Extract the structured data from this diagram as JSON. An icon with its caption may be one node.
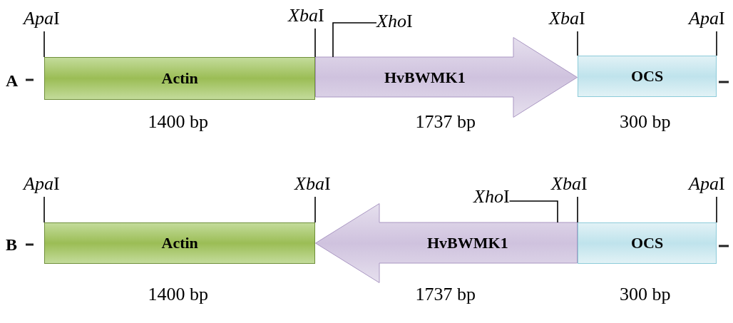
{
  "diagram": {
    "nodes": [
      {
        "text": [
          "Actin"
        ],
        "beside": [
          "1400 bp"
        ]
      },
      {
        "text": [
          "HvBWMK1"
        ],
        "beside": [
          "1737 bp"
        ]
      },
      {
        "text": [
          "OCS"
        ],
        "beside": [
          "300 bp"
        ]
      },
      {
        "text": [
          "ApaI"
        ]
      },
      {
        "text": [
          "XbaI"
        ]
      },
      {
        "text": [
          "XhoI"
        ]
      },
      {
        "text": [
          "XbaI"
        ]
      },
      {
        "text": [
          "ApaI"
        ]
      },
      {
        "text": [
          "Actin"
        ],
        "beside": [
          "1400 bp"
        ]
      },
      {
        "text": [
          "HvBWMK1"
        ],
        "beside": [
          "1737 bp"
        ]
      },
      {
        "text": [
          "OCS"
        ],
        "beside": [
          "300 bp"
        ]
      },
      {
        "text": [
          "ApaI"
        ]
      },
      {
        "text": [
          "XbaI"
        ]
      },
      {
        "text": [
          "XhoI"
        ]
      },
      {
        "text": [
          "XbaI"
        ]
      },
      {
        "text": [
          "ApaI"
        ]
      }
    ],
    "edges": [
      {
        "from": 3,
        "to": 0,
        "arrow": "none"
      },
      {
        "from": 4,
        "to": 0,
        "arrow": "none"
      },
      {
        "from": 5,
        "to": 1,
        "arrow": "none"
      },
      {
        "from": 6,
        "to": 2,
        "arrow": "none"
      },
      {
        "from": 7,
        "to": 2,
        "arrow": "none"
      },
      {
        "from": 11,
        "to": 8,
        "arrow": "none"
      },
      {
        "from": 12,
        "to": 8,
        "arrow": "none"
      },
      {
        "from": 13,
        "to": 9,
        "arrow": "none"
      },
      {
        "from": 14,
        "to": 10,
        "arrow": "none"
      },
      {
        "from": 15,
        "to": 10,
        "arrow": "none"
      }
    ],
    "labels": [
      "A",
      "B"
    ]
  }
}
